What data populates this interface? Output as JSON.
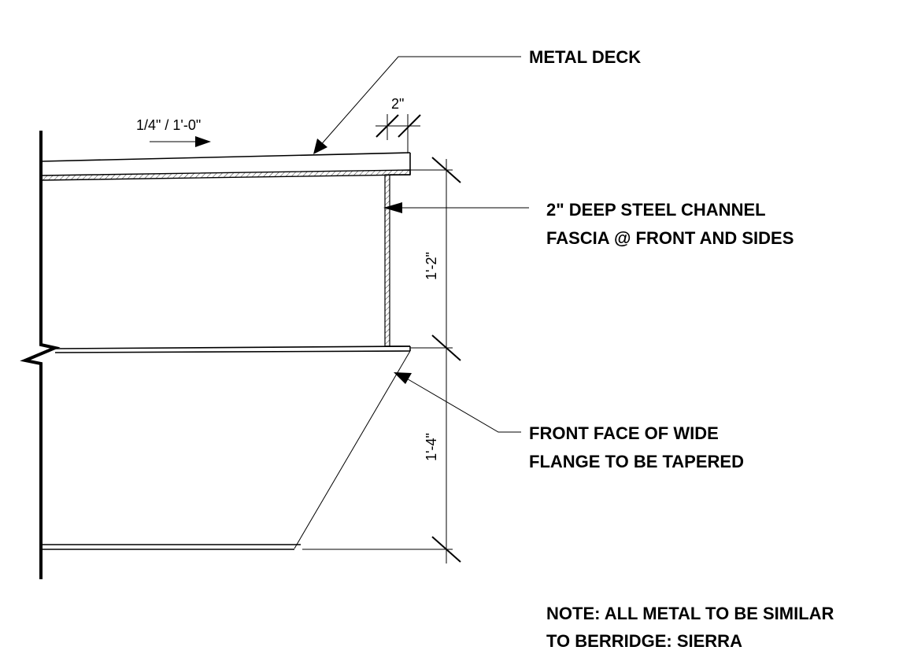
{
  "annotations": {
    "metal_deck": "METAL DECK",
    "channel_line1": "2\" DEEP STEEL CHANNEL",
    "channel_line2": "FASCIA @ FRONT AND SIDES",
    "flange_line1": "FRONT FACE OF WIDE",
    "flange_line2": "FLANGE TO BE TAPERED",
    "note_line1": "NOTE: ALL METAL TO BE SIMILAR",
    "note_line2": "TO BERRIDGE: SIERRA"
  },
  "dimensions": {
    "slope": "1/4\" / 1'-0\"",
    "channel_width": "2\"",
    "fascia_height": "1'-2\"",
    "flange_height": "1'-4\""
  }
}
